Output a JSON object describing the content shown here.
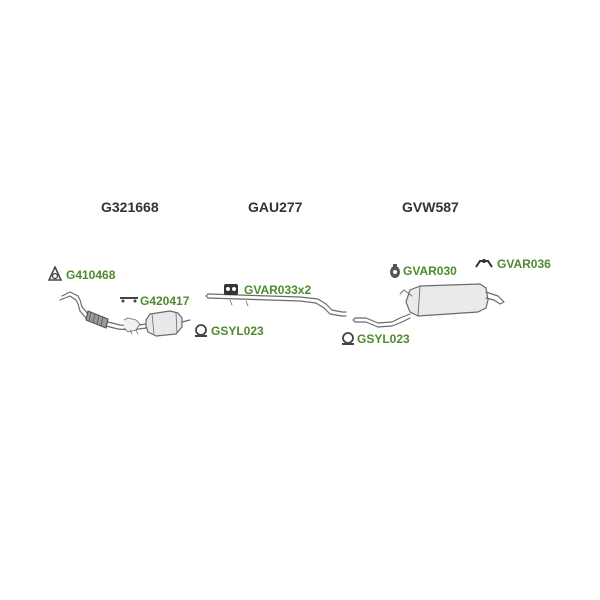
{
  "sections": [
    {
      "code": "G321668"
    },
    {
      "code": "GAU277"
    },
    {
      "code": "GVW587"
    }
  ],
  "parts": {
    "gasket": "G410468",
    "clamp_front": "G420417",
    "hanger_rubber_mid": "GVAR033x2",
    "hanger_rubber_rear1": "GVAR030",
    "bracket_rear": "GVAR036",
    "clamp_mid": "GSYL023",
    "clamp_rear": "GSYL023"
  },
  "colors": {
    "label": "#4f8a2e",
    "title": "#333333",
    "line": "#6b6b6b"
  },
  "icons": {
    "gasket": "gasket-icon",
    "clamp": "clamp-icon",
    "rubber_hanger": "rubber-hanger-icon",
    "bracket": "bracket-icon"
  }
}
